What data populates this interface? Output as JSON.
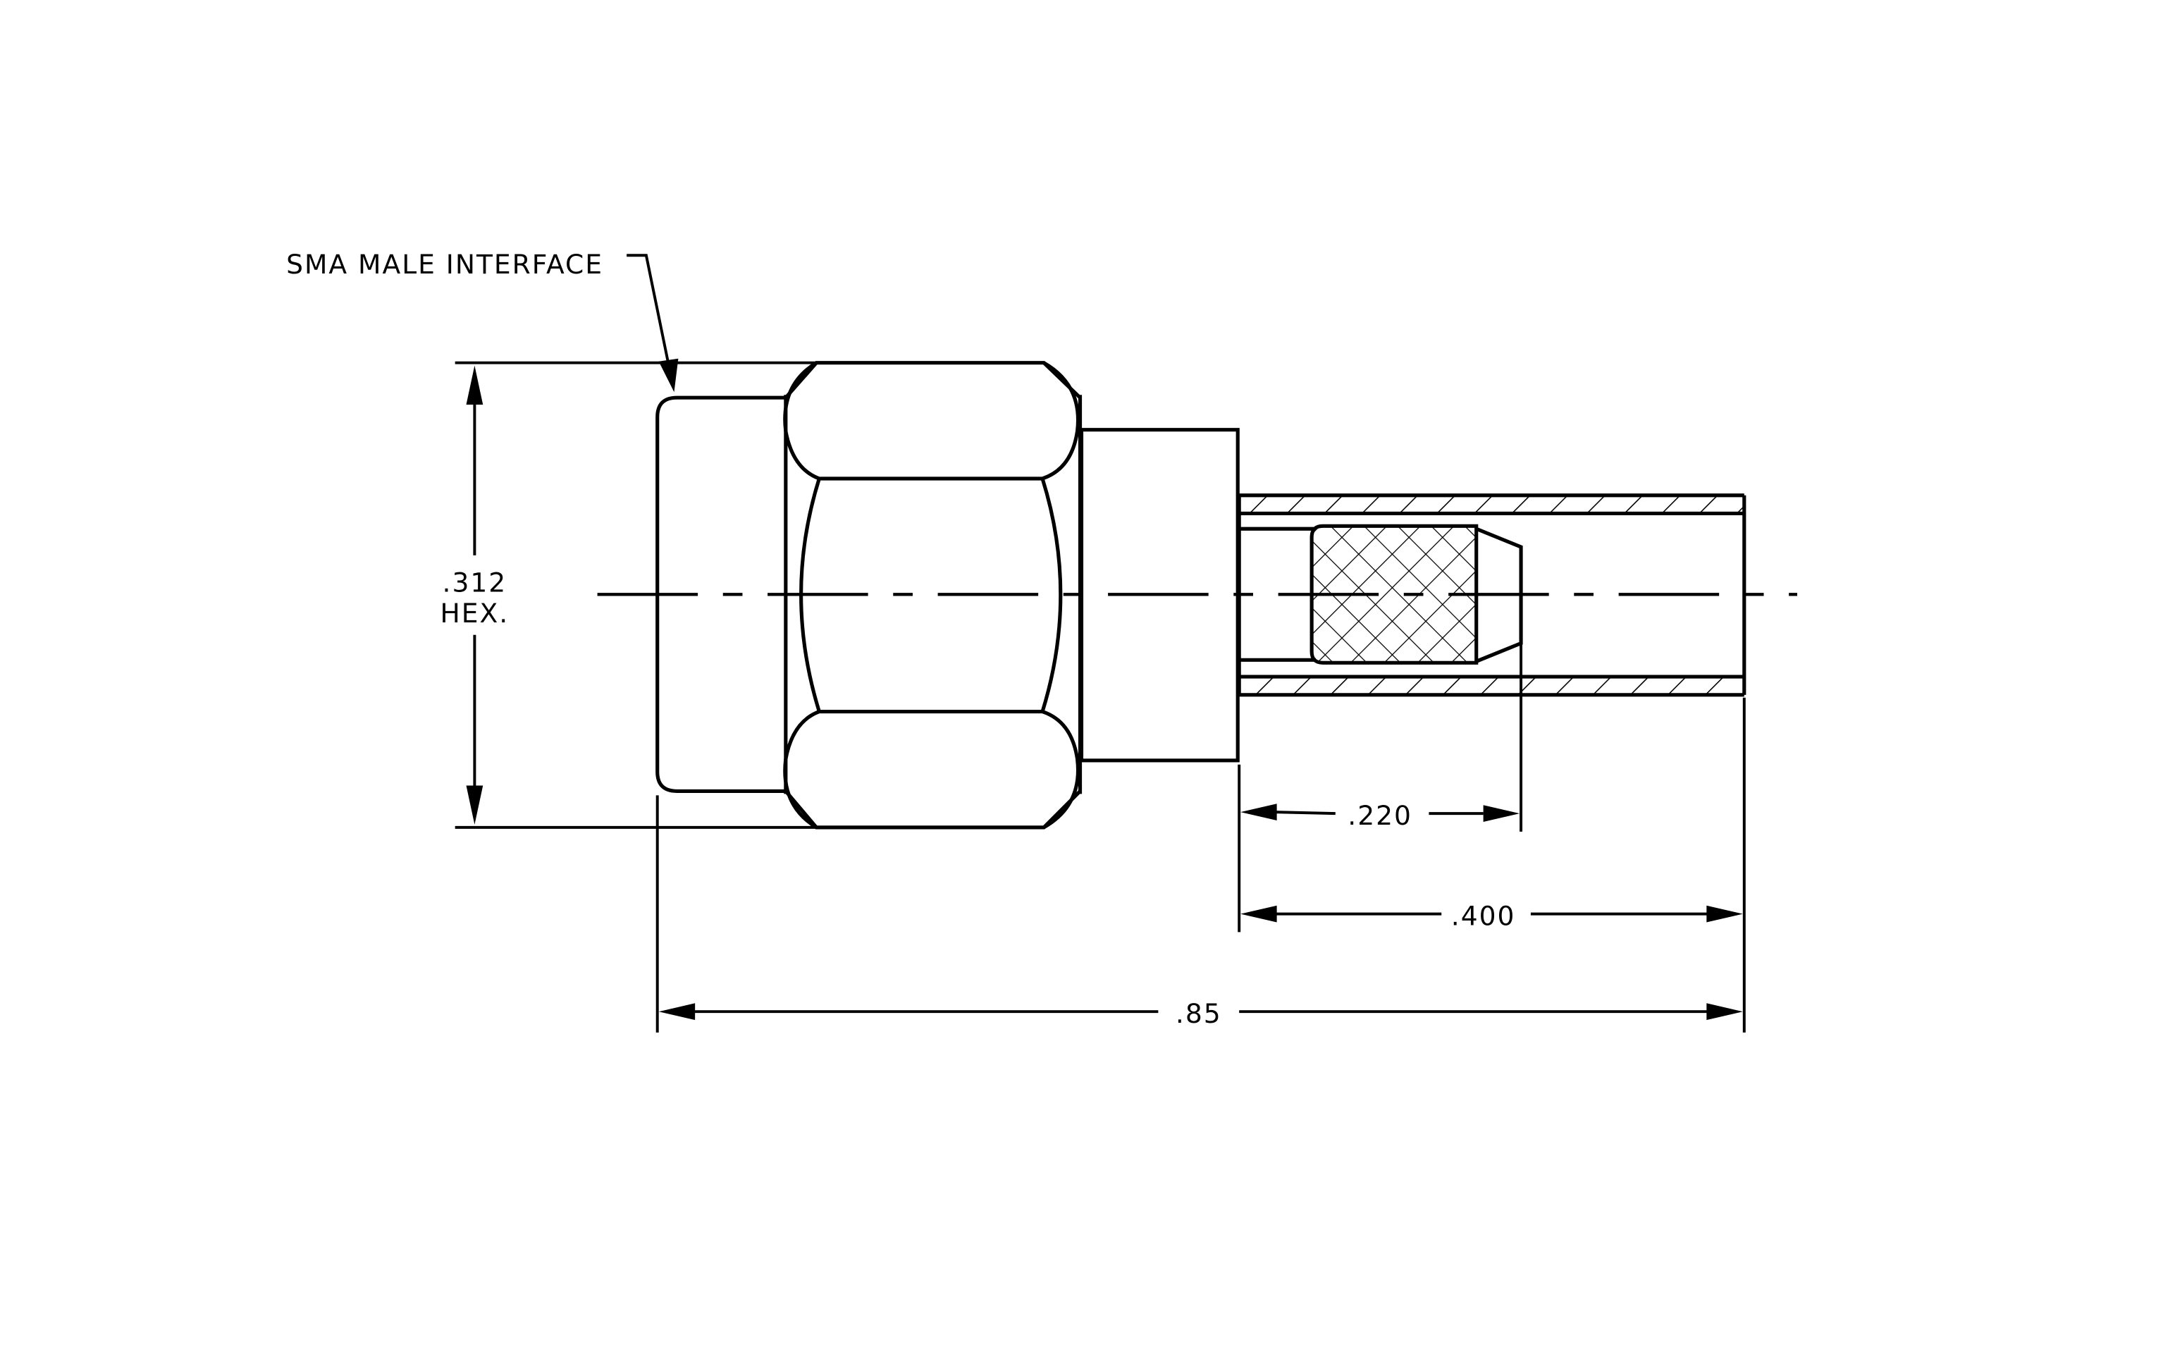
{
  "drawing": {
    "callout": "SMA MALE INTERFACE",
    "hex_dim": ".312",
    "hex_label": "HEX.",
    "dim_220": ".220",
    "dim_400": ".400",
    "dim_85": ".85"
  },
  "colors": {
    "line": "#000000",
    "background": "#ffffff"
  }
}
